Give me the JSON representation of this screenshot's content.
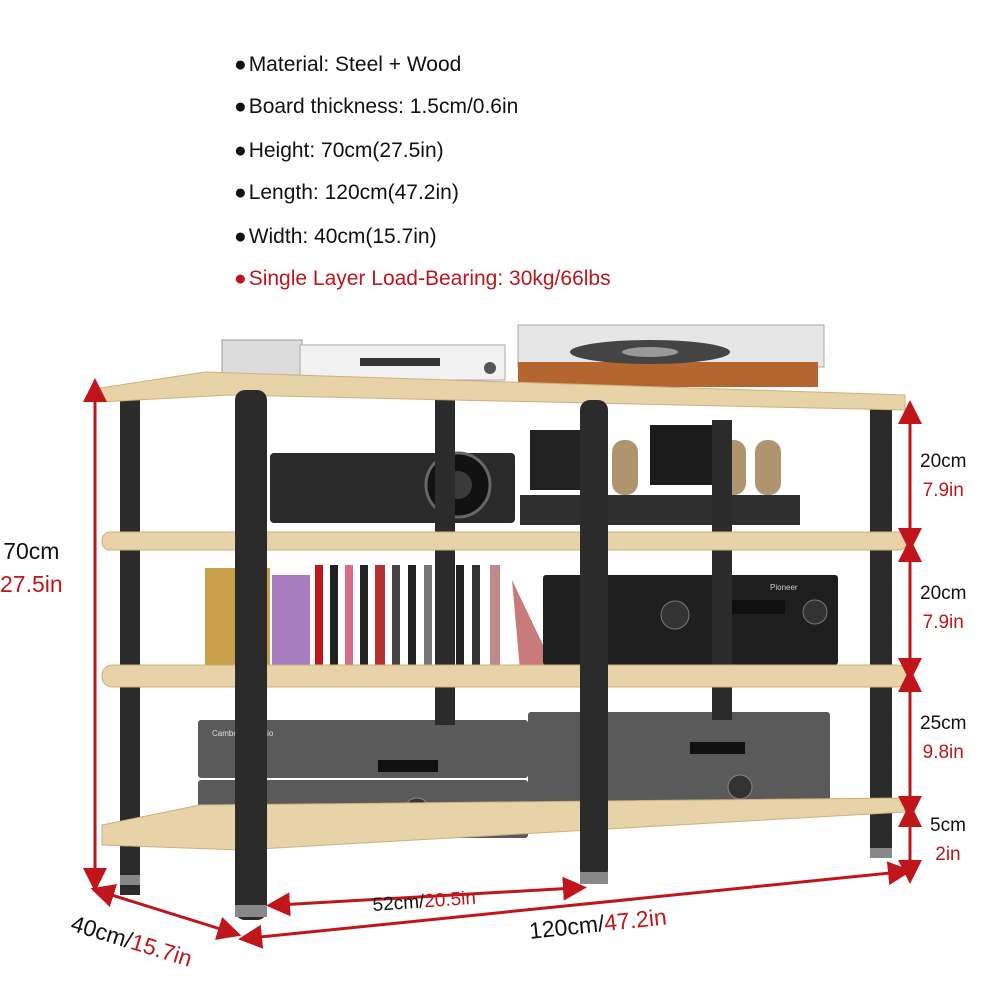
{
  "bullet": "●",
  "specs": [
    {
      "text": "Material: Steel + Wood",
      "highlight": false
    },
    {
      "text": "Board thickness: 1.5cm/0.6in",
      "highlight": false
    },
    {
      "text": "Height: 70cm(27.5in)",
      "highlight": false
    },
    {
      "text": "Length: 120cm(47.2in)",
      "highlight": false
    },
    {
      "text": "Width: 40cm(15.7in)",
      "highlight": false
    },
    {
      "text": "Single Layer Load-Bearing: 30kg/66lbs",
      "highlight": true
    }
  ],
  "dimensions": {
    "height": {
      "cm": "70cm",
      "in": "27.5in"
    },
    "gap1": {
      "cm": "20cm",
      "in": "7.9in"
    },
    "gap2": {
      "cm": "20cm",
      "in": "7.9in"
    },
    "gap3": {
      "cm": "25cm",
      "in": "9.8in"
    },
    "foot": {
      "cm": "5cm",
      "in": "2in"
    },
    "depth": {
      "cm": "40cm/",
      "in": "15.7in"
    },
    "bay": {
      "cm": "52cm/",
      "in": "20.5in"
    },
    "length": {
      "cm": "120cm/",
      "in": "47.2in"
    }
  },
  "devices": {
    "av_receiver_brand": "Pioneer",
    "amp_brand": "Cambridge Audio"
  },
  "colors": {
    "wood": "#e8d2a8",
    "wood_edge": "#cdb080",
    "pole": "#2b2b2b",
    "dimension_line": "#c0161b",
    "metric_text": "#111111",
    "imperial_text": "#c0161b"
  }
}
